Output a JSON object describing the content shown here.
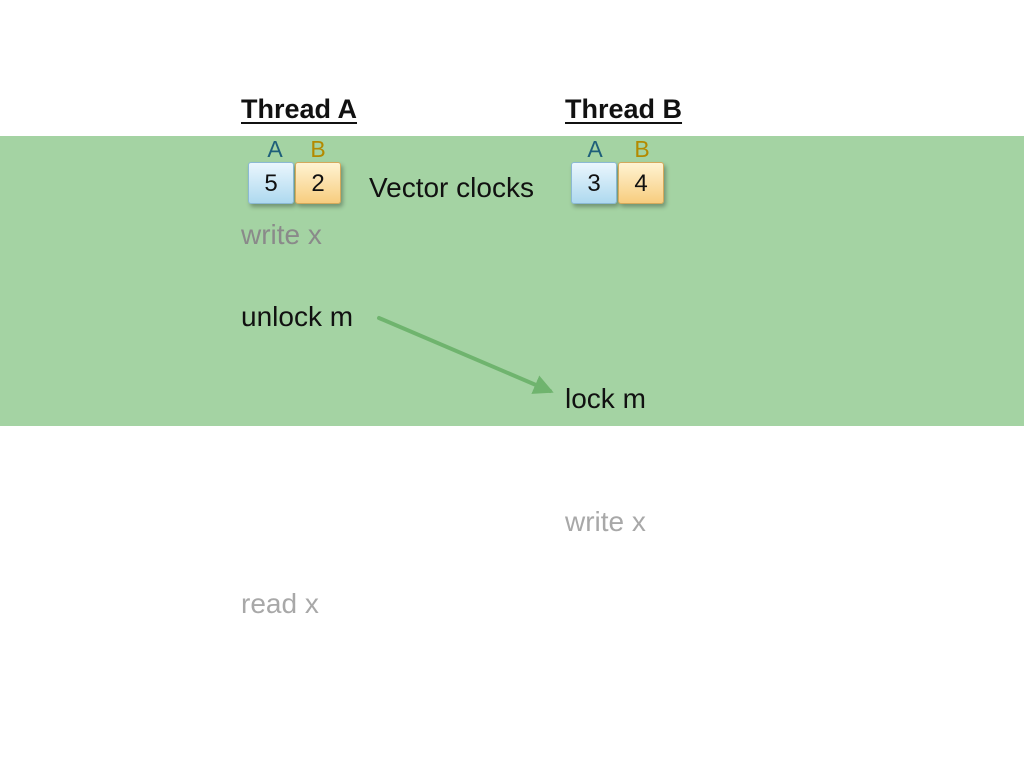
{
  "thread_a": {
    "title": "Thread A",
    "clock_labels": {
      "a": "A",
      "b": "B"
    },
    "clock_values": {
      "a": "5",
      "b": "2"
    },
    "ops": {
      "write_x": "write  x",
      "unlock_m": "unlock m",
      "read_x": "read x"
    }
  },
  "thread_b": {
    "title": "Thread B",
    "clock_labels": {
      "a": "A",
      "b": "B"
    },
    "clock_values": {
      "a": "3",
      "b": "4"
    },
    "ops": {
      "lock_m": "lock m",
      "write_x": "write x"
    }
  },
  "caption": "Vector clocks",
  "colors": {
    "highlight_band": "#a4d3a3",
    "arrow": "#6fb46e",
    "clock_a_label": "#1f5f7a",
    "clock_b_label": "#b38a00"
  }
}
